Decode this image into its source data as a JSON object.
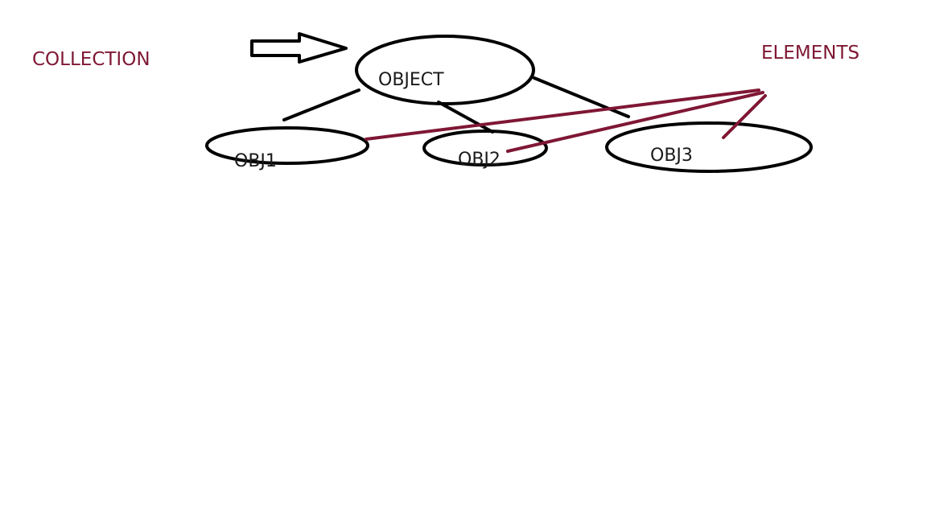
{
  "colors": {
    "ink": "#000000",
    "accent": "#7f1734",
    "text": "#1a1a1a",
    "background": "#ffffff"
  },
  "labels": {
    "collection": "COLLECTION",
    "elements": "ELEMENTS"
  },
  "nodes": {
    "object": "OBJECT",
    "obj1": "OBJ1",
    "obj2": "OBJ2",
    "obj3": "OBJ3"
  },
  "icons": {
    "pointer": "right-arrow-icon"
  }
}
